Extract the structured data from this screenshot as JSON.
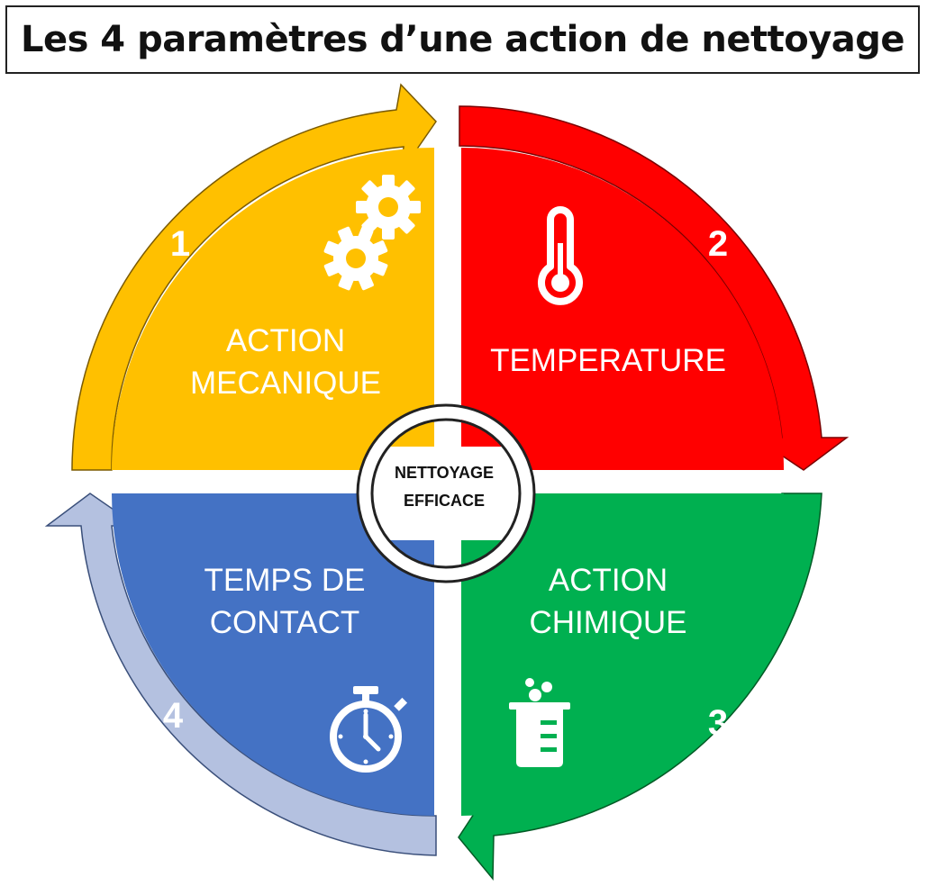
{
  "title": "Les 4 paramètres d’une action de nettoyage",
  "center": {
    "line1": "NETTOYAGE",
    "line2": "EFFICACE"
  },
  "quadrants": [
    {
      "number": "1",
      "line1": "ACTION",
      "line2": "MECANIQUE",
      "icon": "gears-icon",
      "color": "#FFC000",
      "arrow_color": "#FFC000"
    },
    {
      "number": "2",
      "line1": "TEMPERATURE",
      "line2": "",
      "icon": "thermometer-icon",
      "color": "#FF0000",
      "arrow_color": "#FF0000"
    },
    {
      "number": "3",
      "line1": "ACTION",
      "line2": "CHIMIQUE",
      "icon": "beaker-icon",
      "color": "#00B050",
      "arrow_color": "#00B050"
    },
    {
      "number": "4",
      "line1": "TEMPS DE",
      "line2": "CONTACT",
      "icon": "stopwatch-icon",
      "color": "#4472C4",
      "arrow_color": "#B4C1E0"
    }
  ]
}
